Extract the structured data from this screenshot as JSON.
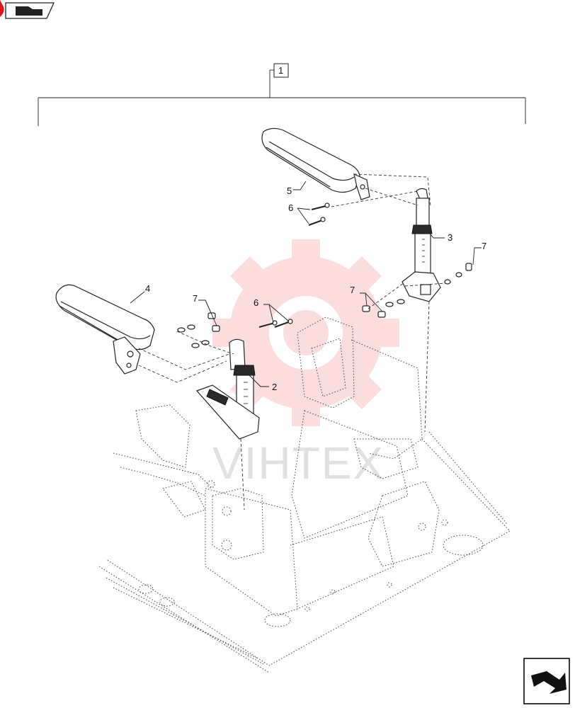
{
  "watermark": {
    "text": "VIHTEX",
    "color": "#f04a4a"
  },
  "nav": {
    "top_left_icon": "back-navigation-icon",
    "bottom_right_icon": "next-navigation-icon",
    "accent": "#e2141b"
  },
  "callouts": {
    "assembly": "1",
    "c2": "2",
    "c3": "3",
    "c4": "4",
    "c5": "5",
    "c6a": "6",
    "c6b": "6",
    "c7a": "7",
    "c7b": "7",
    "c7c": "7"
  }
}
